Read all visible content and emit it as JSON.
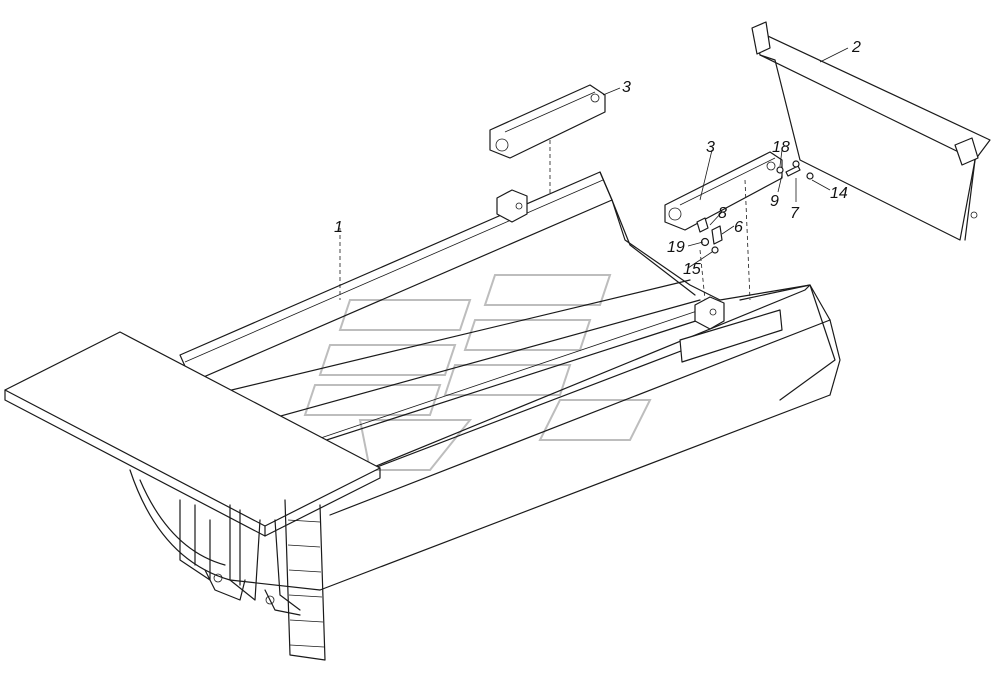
{
  "callouts": [
    {
      "id": "c1",
      "text": "1"
    },
    {
      "id": "c2",
      "text": "2"
    },
    {
      "id": "c3a",
      "text": "3"
    },
    {
      "id": "c3b",
      "text": "3"
    },
    {
      "id": "c6",
      "text": "6"
    },
    {
      "id": "c7",
      "text": "7"
    },
    {
      "id": "c8",
      "text": "8"
    },
    {
      "id": "c9",
      "text": "9"
    },
    {
      "id": "c14",
      "text": "14"
    },
    {
      "id": "c15",
      "text": "15"
    },
    {
      "id": "c18",
      "text": "18"
    },
    {
      "id": "c19",
      "text": "19"
    }
  ],
  "colors": {
    "line": "#1a1a1a",
    "watermark": "#bdbdbd",
    "background": "#ffffff"
  }
}
